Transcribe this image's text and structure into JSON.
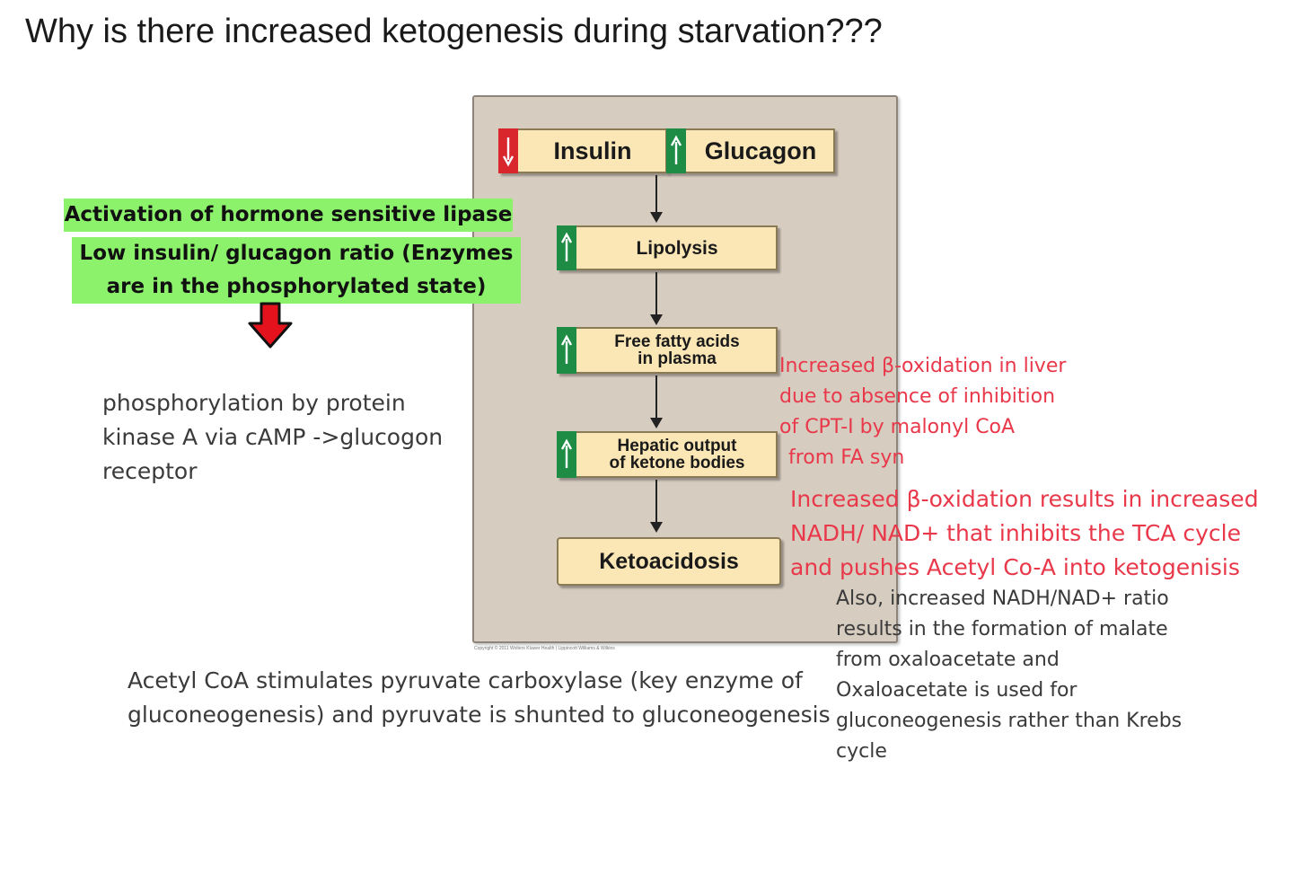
{
  "title": "Why is there increased ketogenesis during starvation???",
  "diagram": {
    "insulin": "Insulin",
    "glucagon": "Glucagon",
    "lipolysis": "Lipolysis",
    "ffa_line1": "Free fatty acids",
    "ffa_line2": "in plasma",
    "hepatic_line1": "Hepatic output",
    "hepatic_line2": "of ketone bodies",
    "ketoacidosis": "Ketoacidosis",
    "indicators": {
      "insulin": "down",
      "glucagon": "up",
      "lipolysis": "up",
      "ffa": "up",
      "hepatic": "up"
    },
    "colors": {
      "panel": "#d7ccc0",
      "box": "#fbe7b5",
      "decrease": "#d9262c",
      "increase": "#1f8c45"
    },
    "copyright": "Copyright © 2011 Wolters Kluwer Health | Lippincott Williams & Wilkins"
  },
  "left": {
    "hsl_activation": "Activation of hormone sensitive lipase",
    "ratio_line1": "Low insulin/ glucagon ratio (Enzymes",
    "ratio_line2": "are in the phosphorylated state)",
    "phospho_line1": "phosphorylation by protein",
    "phospho_line2": "kinase A via cAMP ->glucogon",
    "phospho_line3": "receptor",
    "highlight_color": "#8cf26b"
  },
  "bottom_note": {
    "line1": "Acetyl CoA stimulates pyruvate carboxylase (key enzyme of",
    "line2": "gluconeogenesis) and pyruvate is shunted to gluconeogenesis"
  },
  "right": {
    "beta_line1": "Increased β-oxidation in liver",
    "beta_line2": "due to absence of inhibition",
    "beta_line3": "of CPT-I by malonyl CoA",
    "beta_line4": "from FA syn",
    "nadh_line1": "Increased β-oxidation results in increased",
    "nadh_line2": "NADH/ NAD+ that inhibits the TCA cycle",
    "nadh_line3": "and pushes Acetyl Co-A into ketogenisis",
    "also_line1": "Also, increased NADH/NAD+ ratio",
    "also_line2": "results in the formation of malate",
    "also_line3": "from oxaloacetate and",
    "also_line4": "Oxaloacetate is used for",
    "also_line5": "gluconeogenesis rather than Krebs",
    "also_line6": "cycle",
    "red_color": "#e8384a"
  }
}
